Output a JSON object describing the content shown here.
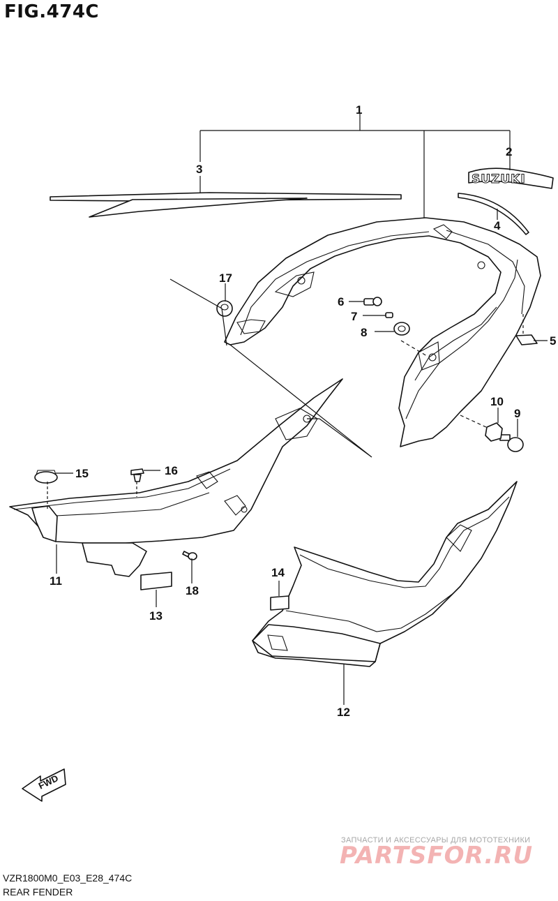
{
  "figure": {
    "title": "FIG.474C"
  },
  "callouts": [
    {
      "id": "c1",
      "label": "1"
    },
    {
      "id": "c2",
      "label": "2"
    },
    {
      "id": "c3",
      "label": "3"
    },
    {
      "id": "c4",
      "label": "4"
    },
    {
      "id": "c5",
      "label": "5"
    },
    {
      "id": "c6",
      "label": "6"
    },
    {
      "id": "c7",
      "label": "7"
    },
    {
      "id": "c8",
      "label": "8"
    },
    {
      "id": "c9",
      "label": "9"
    },
    {
      "id": "c10",
      "label": "10"
    },
    {
      "id": "c11",
      "label": "11"
    },
    {
      "id": "c12",
      "label": "12"
    },
    {
      "id": "c13",
      "label": "13"
    },
    {
      "id": "c14",
      "label": "14"
    },
    {
      "id": "c15",
      "label": "15"
    },
    {
      "id": "c16",
      "label": "16"
    },
    {
      "id": "c17",
      "label": "17"
    },
    {
      "id": "c18",
      "label": "18"
    }
  ],
  "emblem": {
    "text": "SUZUKI"
  },
  "fwd_arrow": {
    "text": "FWD"
  },
  "footer": {
    "model_code": "VZR1800M0_E03_E28_474C",
    "section_name": "REAR FENDER"
  },
  "watermark": {
    "tagline": "ЗАПЧАСТИ И АКСЕССУАРЫ ДЛЯ МОТОТЕХНИКИ",
    "brand": "PARTSFOR.RU"
  }
}
